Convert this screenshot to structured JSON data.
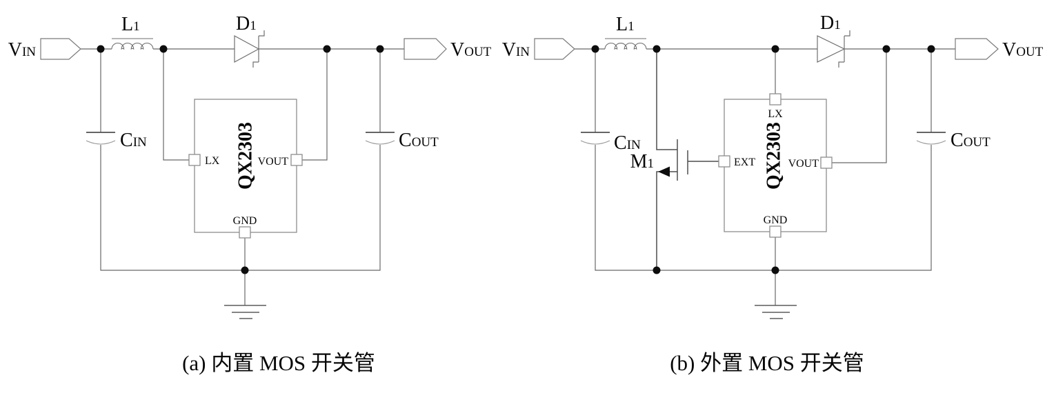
{
  "colors": {
    "wire": "#686868",
    "text": "#070707",
    "node_dot": "#0d0d0d",
    "background": "#ffffff"
  },
  "circuits": [
    {
      "id": "a",
      "caption": "(a) 内置 MOS 开关管",
      "vin": {
        "base": "V",
        "sub": "IN"
      },
      "vout": {
        "base": "V",
        "sub": "OUT"
      },
      "l1": {
        "base": "L",
        "sub": "1"
      },
      "d1": {
        "base": "D",
        "sub": "1"
      },
      "cin": {
        "base": "C",
        "sub": "IN"
      },
      "cout": {
        "base": "C",
        "sub": "OUT"
      },
      "chip": {
        "name": "QX2303",
        "pin_lx": "LX",
        "pin_vout": "VOUT",
        "pin_gnd": "GND"
      }
    },
    {
      "id": "b",
      "caption": "(b) 外置 MOS 开关管",
      "vin": {
        "base": "V",
        "sub": "IN"
      },
      "vout": {
        "base": "V",
        "sub": "OUT"
      },
      "l1": {
        "base": "L",
        "sub": "1"
      },
      "d1": {
        "base": "D",
        "sub": "1"
      },
      "m1": {
        "base": "M",
        "sub": "1"
      },
      "cin": {
        "base": "C",
        "sub": "IN"
      },
      "cout": {
        "base": "C",
        "sub": "OUT"
      },
      "chip": {
        "name": "QX2303",
        "pin_lx": "LX",
        "pin_ext": "EXT",
        "pin_vout": "VOUT",
        "pin_gnd": "GND"
      }
    }
  ]
}
